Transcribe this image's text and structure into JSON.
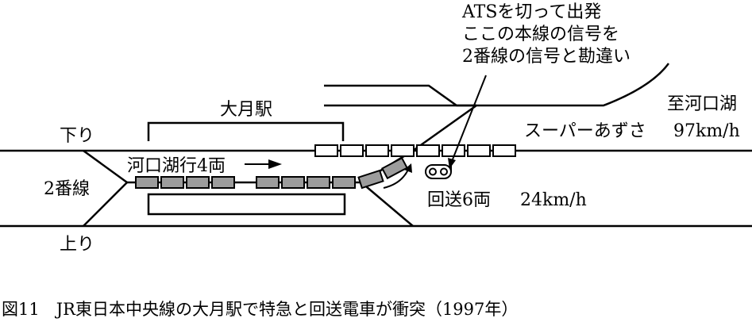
{
  "labels": {
    "ats_line1": "ATSを切って出発",
    "ats_line2": "ここの本線の信号を",
    "ats_line3": "2番線の信号と勘違い",
    "destination": "至河口湖",
    "station": "大月駅",
    "down_line": "下り",
    "up_line": "上り",
    "express_name": "スーパーあずさ",
    "express_speed": "97km/h",
    "local_train": "河口湖行4両",
    "track_2": "2番線",
    "deadhead": "回送6両",
    "deadhead_speed": "24km/h"
  },
  "caption": "図11　JR東日本中央線の大月駅で特急と回送電車が衝突（1997年）",
  "colors": {
    "line": "#000000",
    "car_gray": "#9c9c9c",
    "car_white": "#ffffff"
  },
  "trains": {
    "express_cars": 8,
    "local_cars": 4,
    "deadhead_cars": 6
  }
}
